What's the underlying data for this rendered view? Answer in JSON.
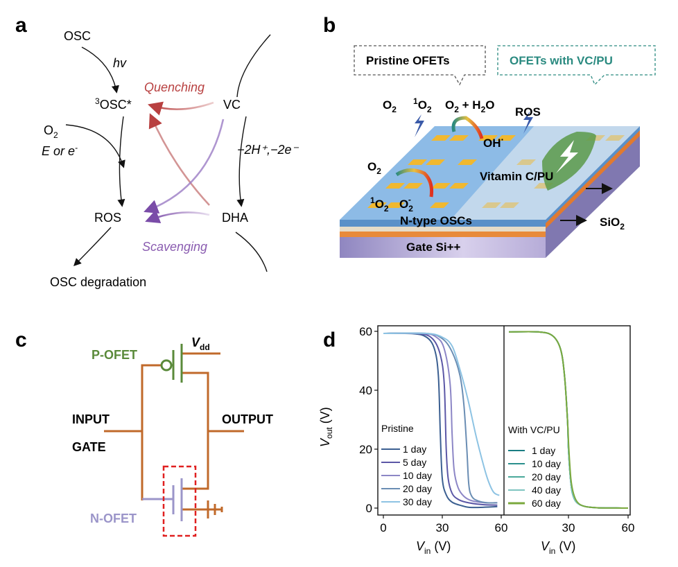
{
  "panel_labels": {
    "a": "a",
    "b": "b",
    "c": "c",
    "d": "d"
  },
  "panel_a": {
    "osc": "OSC",
    "hv": "hv",
    "triplet_sup": "3",
    "triplet": "OSC*",
    "quenching": "Quenching",
    "vc": "VC",
    "o2": "O",
    "o2_sub": "2",
    "e_or_e": "E or e",
    "e_sup": "-",
    "dehydro": "−2H⁺,−2e⁻",
    "ros": "ROS",
    "dha": "DHA",
    "scavenging": "Scavenging",
    "degradation": "OSC degradation",
    "colors": {
      "quench": "#b84040",
      "scav": "#8a5cb0"
    }
  },
  "panel_b": {
    "callout_left": "Pristine OFETs",
    "callout_right": "OFETs with VC/PU",
    "o2_a": "O",
    "o2_a_sub": "2",
    "singlet_sup": "1",
    "singlet": "O",
    "singlet_sub": "2",
    "o2_h2o": "O",
    "o2_h2o_sub": "2",
    "plus_h2o": " + H",
    "h2o_sub": "2",
    "h2o_o": "O",
    "ros": "ROS",
    "oh": "OH",
    "oh_sup": "·",
    "o2_b": "O",
    "o2_b_sub": "2",
    "singlet2_sup": "1",
    "singlet2": "O",
    "singlet2_sub": "2",
    "superoxide": "O",
    "superoxide_sub": "2",
    "superoxide_sup": "-",
    "vitamin": "Vitamin C/PU",
    "ntype": "N-type OSCs",
    "sio2": "SiO",
    "sio2_sub": "2",
    "gate": "Gate Si++",
    "colors": {
      "teal": "#2a8a80"
    }
  },
  "panel_c": {
    "p_ofet": "P-OFET",
    "vdd": "V",
    "vdd_sub": "dd",
    "input": "INPUT",
    "gate": "GATE",
    "output": "OUTPUT",
    "n_ofet": "N-OFET",
    "colors": {
      "wire": "#c0692a",
      "p": "#5a8a3a",
      "n": "#9b95c9",
      "box": "#e02020"
    }
  },
  "chart_data": {
    "type": "line",
    "ylabel": "V",
    "ylabel_sub": "out",
    "ylabel_unit": " (V)",
    "xlabel": "V",
    "xlabel_sub": "in",
    "xlabel_unit": " (V)",
    "ylim": [
      0,
      60
    ],
    "yticks": [
      "0",
      "20",
      "40",
      "60"
    ],
    "panels": [
      {
        "name": "Pristine",
        "xlim": [
          0,
          60
        ],
        "xticks": [
          "0",
          "30",
          "60"
        ],
        "series": [
          {
            "name": "1 day",
            "color": "#3b5f91",
            "points": [
              [
                0,
                59.3
              ],
              [
                15,
                59.2
              ],
              [
                22,
                58
              ],
              [
                26,
                54
              ],
              [
                28,
                45
              ],
              [
                29,
                25
              ],
              [
                30,
                10
              ],
              [
                32,
                4.5
              ],
              [
                35,
                2
              ],
              [
                40,
                0.8
              ],
              [
                45,
                0.2
              ],
              [
                58,
                0.5
              ]
            ]
          },
          {
            "name": "5 day",
            "color": "#5b57a6",
            "points": [
              [
                0,
                59.3
              ],
              [
                18,
                59.2
              ],
              [
                25,
                57.5
              ],
              [
                29,
                52
              ],
              [
                31,
                42
              ],
              [
                32,
                20
              ],
              [
                33,
                10
              ],
              [
                35,
                5
              ],
              [
                38,
                3
              ],
              [
                42,
                2
              ],
              [
                50,
                1.2
              ],
              [
                58,
                1
              ]
            ]
          },
          {
            "name": "10 day",
            "color": "#8c86c6",
            "points": [
              [
                0,
                59.3
              ],
              [
                20,
                59.3
              ],
              [
                27,
                58
              ],
              [
                31,
                54
              ],
              [
                34,
                42
              ],
              [
                35,
                25
              ],
              [
                36,
                13
              ],
              [
                38,
                7
              ],
              [
                41,
                4
              ],
              [
                45,
                2.5
              ],
              [
                52,
                1.8
              ],
              [
                58,
                1.8
              ]
            ]
          },
          {
            "name": "20 day",
            "color": "#6a8db3",
            "points": [
              [
                0,
                59.3
              ],
              [
                22,
                59.3
              ],
              [
                30,
                57.5
              ],
              [
                35,
                53
              ],
              [
                39,
                45
              ],
              [
                41,
                35
              ],
              [
                42.5,
                20
              ],
              [
                43.5,
                8
              ],
              [
                45,
                4
              ],
              [
                48,
                2.5
              ],
              [
                53,
                1.8
              ],
              [
                58,
                1.8
              ]
            ]
          },
          {
            "name": "30 day",
            "color": "#8dc3e3",
            "points": [
              [
                0,
                59.3
              ],
              [
                22,
                59.3
              ],
              [
                30,
                58
              ],
              [
                35,
                55
              ],
              [
                39,
                47
              ],
              [
                43,
                37
              ],
              [
                47,
                25
              ],
              [
                50,
                17
              ],
              [
                53,
                10
              ],
              [
                56,
                5.5
              ],
              [
                59,
                4.3
              ]
            ]
          }
        ]
      },
      {
        "name": "With VC/PU",
        "xlim": [
          0,
          60
        ],
        "xticks": [
          "30",
          "60"
        ],
        "series": [
          {
            "name": "1 day",
            "color": "#1a7d82",
            "points": [
              [
                0,
                59.8
              ],
              [
                15,
                59.8
              ],
              [
                22,
                58.5
              ],
              [
                26,
                54
              ],
              [
                28,
                45
              ],
              [
                29.5,
                30
              ],
              [
                30,
                20
              ],
              [
                31,
                10
              ],
              [
                32,
                5
              ],
              [
                34,
                2
              ],
              [
                38,
                0.6
              ],
              [
                45,
                0.1
              ],
              [
                60,
                0
              ]
            ]
          },
          {
            "name": "10 day",
            "color": "#2a8f8c",
            "points": [
              [
                0,
                59.8
              ],
              [
                15,
                59.8
              ],
              [
                22,
                58.5
              ],
              [
                26,
                54
              ],
              [
                28,
                45
              ],
              [
                29.5,
                30
              ],
              [
                30,
                20
              ],
              [
                31,
                10
              ],
              [
                32,
                5
              ],
              [
                34,
                2
              ],
              [
                38,
                0.6
              ],
              [
                45,
                0.1
              ],
              [
                60,
                0
              ]
            ]
          },
          {
            "name": "20 day",
            "color": "#4aa89a",
            "points": [
              [
                0,
                59.8
              ],
              [
                15,
                59.8
              ],
              [
                22,
                58.5
              ],
              [
                26,
                54
              ],
              [
                28,
                45
              ],
              [
                29.5,
                30
              ],
              [
                30,
                20
              ],
              [
                31,
                10
              ],
              [
                32,
                5
              ],
              [
                34,
                2
              ],
              [
                38,
                0.6
              ],
              [
                45,
                0.1
              ],
              [
                60,
                0
              ]
            ]
          },
          {
            "name": "40 day",
            "color": "#7ec4c0",
            "points": [
              [
                0,
                59.8
              ],
              [
                15,
                59.8
              ],
              [
                22,
                58.5
              ],
              [
                26,
                54
              ],
              [
                28,
                45
              ],
              [
                29.5,
                30
              ],
              [
                30,
                20
              ],
              [
                31,
                10
              ],
              [
                32,
                5
              ],
              [
                34,
                2
              ],
              [
                38,
                0.6
              ],
              [
                45,
                0.1
              ],
              [
                60,
                0
              ]
            ]
          },
          {
            "name": "60 day",
            "color": "#7aa83c",
            "points": [
              [
                0,
                59.8
              ],
              [
                15,
                59.8
              ],
              [
                22,
                58.5
              ],
              [
                26,
                54
              ],
              [
                28,
                45
              ],
              [
                29.5,
                30
              ],
              [
                30.2,
                20
              ],
              [
                31.2,
                10
              ],
              [
                32.5,
                5
              ],
              [
                34.5,
                2
              ],
              [
                38,
                0.6
              ],
              [
                45,
                0.1
              ],
              [
                60,
                0
              ]
            ]
          }
        ]
      }
    ]
  }
}
